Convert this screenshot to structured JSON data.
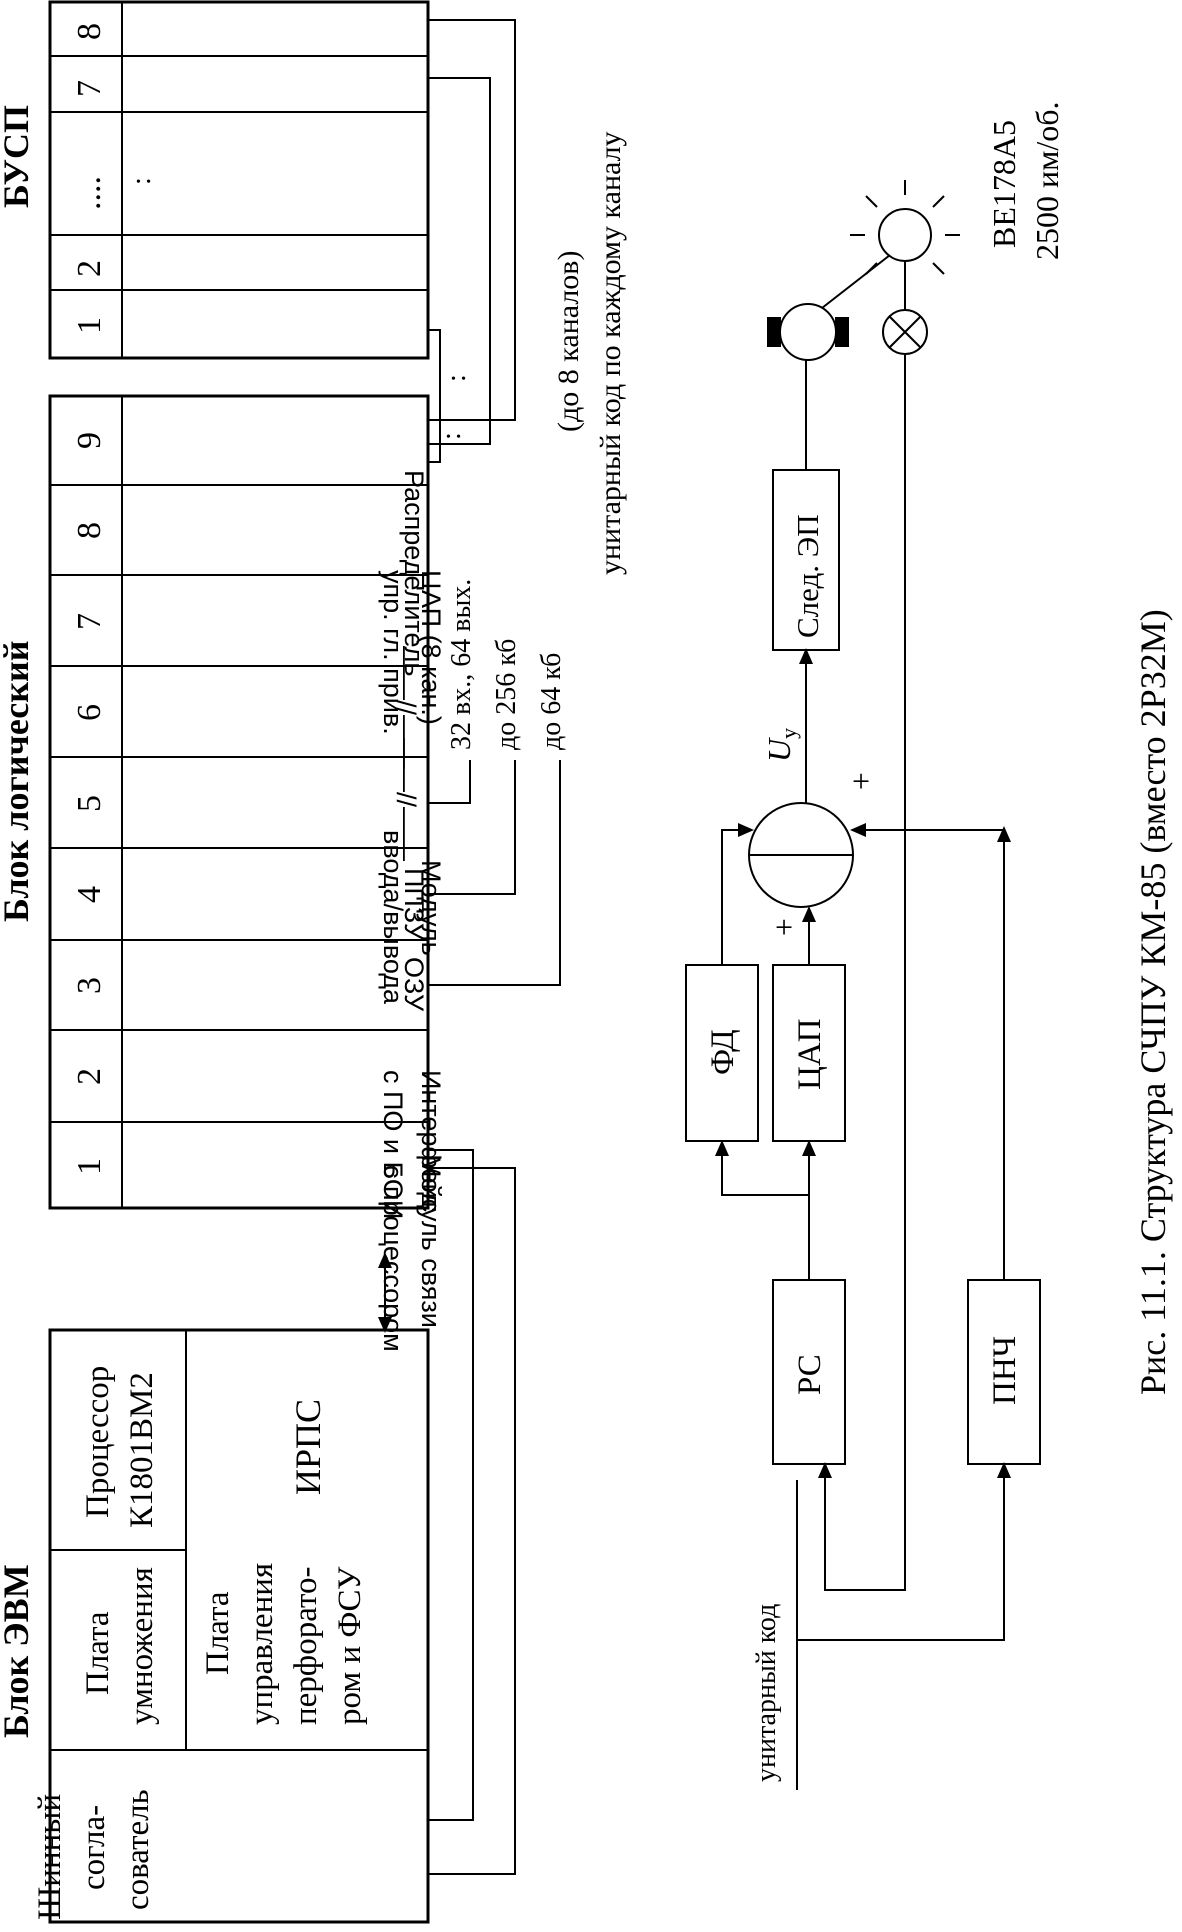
{
  "figure": {
    "caption": "Рис. 11.1. Структура СЧПУ КМ-85 (вместо 2Р32М)"
  },
  "computer_block": {
    "title": "Блок ЭВМ",
    "cells": {
      "bus_matcher": [
        "Шинный",
        "согла-",
        "сователь"
      ],
      "multiply_board": [
        "Плата",
        "умножения"
      ],
      "processor": [
        "Процессор",
        "К1801ВМ2"
      ],
      "perforator_board": [
        "Плата",
        "управления",
        "перфорато-",
        "ром и ФСУ"
      ],
      "irps": "ИРПС"
    }
  },
  "logic_block": {
    "title": "Блок логический",
    "slots": [
      {
        "num": "1",
        "label": [
          "Модуль связи",
          "с процессором"
        ]
      },
      {
        "num": "2",
        "label": [
          "Интерфейс",
          "с ПО и БОИ"
        ]
      },
      {
        "num": "3",
        "label": [
          "ОЗУ"
        ]
      },
      {
        "num": "4",
        "label": [
          "ППЗУ"
        ]
      },
      {
        "num": "5",
        "label": [
          "Модуль",
          "ввода/вывода"
        ]
      },
      {
        "num": "6",
        "label": [
          "——//——"
        ]
      },
      {
        "num": "7",
        "label": [
          "——//——"
        ]
      },
      {
        "num": "8",
        "label": [
          "ЦАП (8 кан.)",
          "упр. гл. прив."
        ]
      },
      {
        "num": "9",
        "label": [
          "Распределитель"
        ]
      }
    ],
    "notes": [
      "32 вх., 64 вых.",
      "до 256 кб",
      "до 64 кб"
    ]
  },
  "busp_block": {
    "title": "БУСП",
    "slots": [
      "1",
      "2",
      "....",
      "7",
      "8"
    ],
    "dots": ":",
    "notes": [
      "(до 8 каналов)",
      "унитарный код по каждому каналу"
    ]
  },
  "servo": {
    "input_label": "унитарный код",
    "rs": "РС",
    "pnch": "ПНЧ",
    "fd": "ФД",
    "dac": "ЦАП",
    "plus_top": "+",
    "plus_bottom": "+",
    "uy_main": "U",
    "uy_sub": "у",
    "follower": "След. ЭП",
    "encoder_model": "ВЕ178А5",
    "encoder_res": "2500 им/об."
  }
}
